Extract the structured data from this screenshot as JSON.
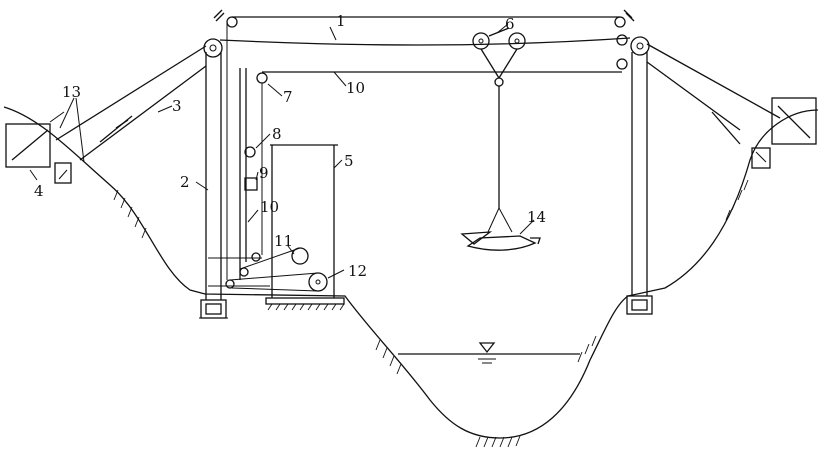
{
  "labels": {
    "l1": "1",
    "l2": "2",
    "l3": "3",
    "l4": "4",
    "l5": "5",
    "l6": "6",
    "l7": "7",
    "l8": "8",
    "l9": "9",
    "l10a": "10",
    "l10b": "10",
    "l11": "11",
    "l12": "12",
    "l13": "13",
    "l14": "14"
  },
  "colors": {
    "ink": "#111111",
    "background": "#ffffff"
  }
}
